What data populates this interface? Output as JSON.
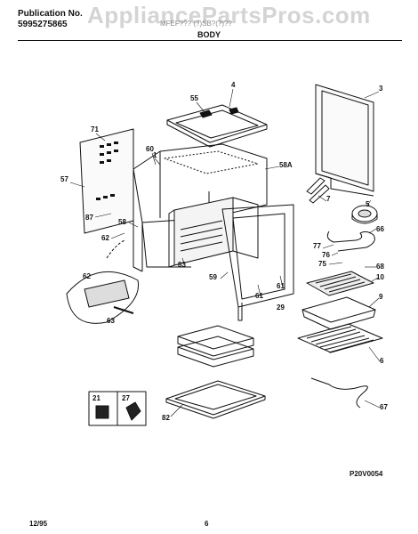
{
  "header": {
    "publication_label": "Publication No.",
    "publication_number": "5995275865",
    "watermark": "AppliancePartsPros.com",
    "model_line": "MFEF??? (?)SB?(?)??",
    "section_title": "BODY"
  },
  "footer": {
    "figure_code": "P20V0054",
    "date": "12/95",
    "page": "6"
  },
  "callouts": [
    {
      "id": "c55",
      "text": "55"
    },
    {
      "id": "c4",
      "text": "4"
    },
    {
      "id": "c3",
      "text": "3"
    },
    {
      "id": "c71",
      "text": "71"
    },
    {
      "id": "c60",
      "text": "60"
    },
    {
      "id": "c1",
      "text": "1"
    },
    {
      "id": "c58a",
      "text": "58A"
    },
    {
      "id": "c57",
      "text": "57"
    },
    {
      "id": "c87",
      "text": "87"
    },
    {
      "id": "c58",
      "text": "58"
    },
    {
      "id": "c62",
      "text": "62"
    },
    {
      "id": "c83",
      "text": "83"
    },
    {
      "id": "c7",
      "text": "7"
    },
    {
      "id": "c5",
      "text": "5"
    },
    {
      "id": "c66",
      "text": "66"
    },
    {
      "id": "c77",
      "text": "77"
    },
    {
      "id": "c76",
      "text": "76"
    },
    {
      "id": "c75",
      "text": "75"
    },
    {
      "id": "c68",
      "text": "68"
    },
    {
      "id": "c10",
      "text": "10"
    },
    {
      "id": "c59",
      "text": "59"
    },
    {
      "id": "c61a",
      "text": "61"
    },
    {
      "id": "c61b",
      "text": "61"
    },
    {
      "id": "c62b",
      "text": "62"
    },
    {
      "id": "c63",
      "text": "63"
    },
    {
      "id": "c29",
      "text": "29"
    },
    {
      "id": "c9",
      "text": "9"
    },
    {
      "id": "c6",
      "text": "6"
    },
    {
      "id": "c21",
      "text": "21"
    },
    {
      "id": "c27",
      "text": "27"
    },
    {
      "id": "c82",
      "text": "82"
    },
    {
      "id": "c67",
      "text": "67"
    }
  ]
}
